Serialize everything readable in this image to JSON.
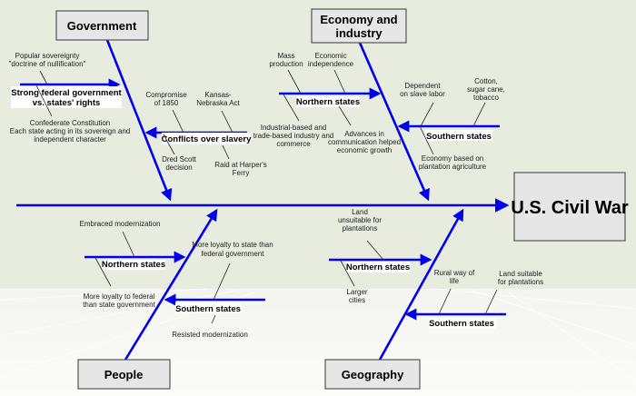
{
  "effect": "U.S. Civil War",
  "colors": {
    "bone": "#0000ee",
    "background": "#e8ecdf",
    "box": "#e6e6e6"
  },
  "categories": {
    "government": {
      "title": "Government",
      "branches": [
        {
          "label": [
            "Strong federal government",
            "vs. states' rights"
          ],
          "notes": [
            [
              "Popular sovereignty",
              "\"doctrine of nullification\""
            ],
            [
              "Confederate Constitution",
              "Each state acting in its sovereign and",
              "independent character"
            ]
          ]
        },
        {
          "label": [
            "Conflicts over slavery"
          ],
          "notes": [
            [
              "Compromise",
              "of 1850"
            ],
            [
              "Kansas-",
              "Nebraska Act"
            ],
            [
              "Dred Scott",
              "decision"
            ],
            [
              "Raid at Harper's",
              "Ferry"
            ]
          ]
        }
      ]
    },
    "economy": {
      "title": [
        "Economy and",
        "industry"
      ],
      "branches": [
        {
          "label": [
            "Northern states"
          ],
          "notes": [
            [
              "Mass",
              "production"
            ],
            [
              "Economic",
              "independence"
            ],
            [
              "Industrial-based and",
              "trade-based industry and",
              "commerce"
            ],
            [
              "Advances in",
              "communication helped",
              "economic growth"
            ]
          ]
        },
        {
          "label": [
            "Southern states"
          ],
          "notes": [
            [
              "Dependent",
              "on slave labor"
            ],
            [
              "Cotton,",
              "sugar cane,",
              "tobacco"
            ],
            [
              "Economy based on",
              "plantation agriculture"
            ]
          ]
        }
      ]
    },
    "people": {
      "title": "People",
      "branches": [
        {
          "label": [
            "Northern states"
          ],
          "notes": [
            [
              "Embraced modernization"
            ],
            [
              "More loyalty to federal",
              "than state government"
            ]
          ]
        },
        {
          "label": [
            "Southern states"
          ],
          "notes": [
            [
              "More loyalty to state than",
              "federal government"
            ],
            [
              "Resisted modernization"
            ]
          ]
        }
      ]
    },
    "geography": {
      "title": "Geography",
      "branches": [
        {
          "label": [
            "Northern states"
          ],
          "notes": [
            [
              "Land",
              "unsuitable for",
              "plantations"
            ],
            [
              "Larger",
              "cities"
            ]
          ]
        },
        {
          "label": [
            "Southern states"
          ],
          "notes": [
            [
              "Rural way of",
              "life"
            ],
            [
              "Land suitable",
              "for plantations"
            ]
          ]
        }
      ]
    }
  }
}
